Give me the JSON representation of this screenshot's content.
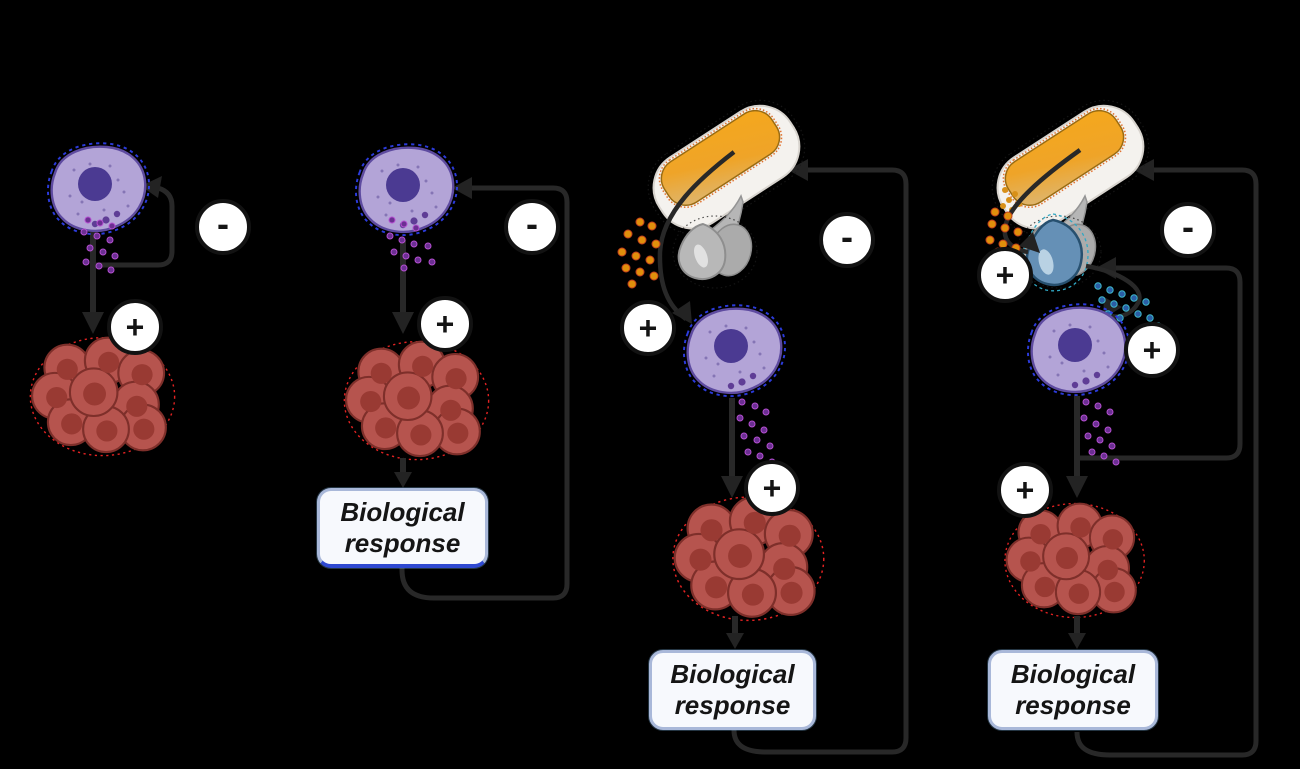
{
  "labels": {
    "plus": "+",
    "minus": "-",
    "bio_line1": "Biological",
    "bio_line2": "response"
  },
  "colors": {
    "background": "#000000",
    "line": "#282828",
    "arrowhead": "#232323",
    "secreting_cell_body": "#b3a4d7",
    "secreting_cell_outline": "#5e4ba0",
    "secreting_cell_nucleus": "#4b3a92",
    "cell_selection_dash": "#2b3bdd",
    "target_cell_body": "#b6544e",
    "target_cell_outline": "#7e2f2a",
    "target_cell_nucleus": "#993a33",
    "target_selection_dash": "#e32222",
    "hormone_purple": "#6b2f92",
    "hormone_purple_ring": "#b44fd0",
    "hormone_orange": "#e08f0c",
    "hormone_orange_ring": "#c2401c",
    "hormone_blue": "#2a5ea6",
    "hormone_blue_ring": "#3fb7c9",
    "hypothalamus_yellow": "#f2a31d",
    "hypothalamus_fade": "#dcb878",
    "brain_white": "#f4f2ee",
    "pituitary_gray": "#b5b5b5",
    "anterior_pituitary_blue": "#6590b6",
    "sign_circle_fill": "#ffffff",
    "sign_circle_border": "#121212",
    "bio_box_fill": "#f7f9fd",
    "bio_box_border": "#a9b8d9",
    "bio_text": "#151515"
  },
  "panels": [
    {
      "name": "ultrashort-negative-feedback",
      "components": [
        "secreting-cell-icon",
        "hormone-dots-purple",
        "target-cell-cluster-icon"
      ],
      "signs": [
        {
          "type": "plus",
          "meaning": "stimulation-of-target-cells"
        },
        {
          "type": "minus",
          "meaning": "feedback-on-secreting-cell"
        }
      ]
    },
    {
      "name": "response-negative-feedback",
      "components": [
        "secreting-cell-icon",
        "hormone-dots-purple",
        "target-cell-cluster-icon",
        "biological-response-box"
      ],
      "box_text": "Biological response",
      "signs": [
        {
          "type": "plus",
          "meaning": "stimulation-of-target-cells"
        },
        {
          "type": "minus",
          "meaning": "feedback-on-secreting-cell"
        }
      ]
    },
    {
      "name": "gland-axis-long-loop-feedback",
      "components": [
        "hypothalamus-pituitary-gland-icon",
        "hormone-dots-orange",
        "secreting-cell-icon",
        "hormone-dots-purple",
        "target-cell-cluster-icon",
        "biological-response-box"
      ],
      "box_text": "Biological response",
      "signs": [
        {
          "type": "plus",
          "meaning": "gland-stimulates-cell"
        },
        {
          "type": "plus",
          "meaning": "stimulation-of-target-cells"
        },
        {
          "type": "minus",
          "meaning": "feedback-on-gland"
        }
      ]
    },
    {
      "name": "full-axis-short-and-long-loop-feedback",
      "components": [
        "hypothalamus-pituitary-gland-icon",
        "anterior-pituitary-blue-icon",
        "hormone-dots-orange",
        "hormone-dots-blue",
        "secreting-cell-icon",
        "hormone-dots-purple",
        "target-cell-cluster-icon",
        "biological-response-box"
      ],
      "box_text": "Biological response",
      "signs": [
        {
          "type": "plus",
          "meaning": "hypothalamus-stimulates-pituitary"
        },
        {
          "type": "plus",
          "meaning": "pituitary-stimulates-cell"
        },
        {
          "type": "plus",
          "meaning": "stimulation-of-target-cells"
        },
        {
          "type": "minus",
          "meaning": "feedback-on-gland-and-pituitary"
        }
      ]
    }
  ]
}
